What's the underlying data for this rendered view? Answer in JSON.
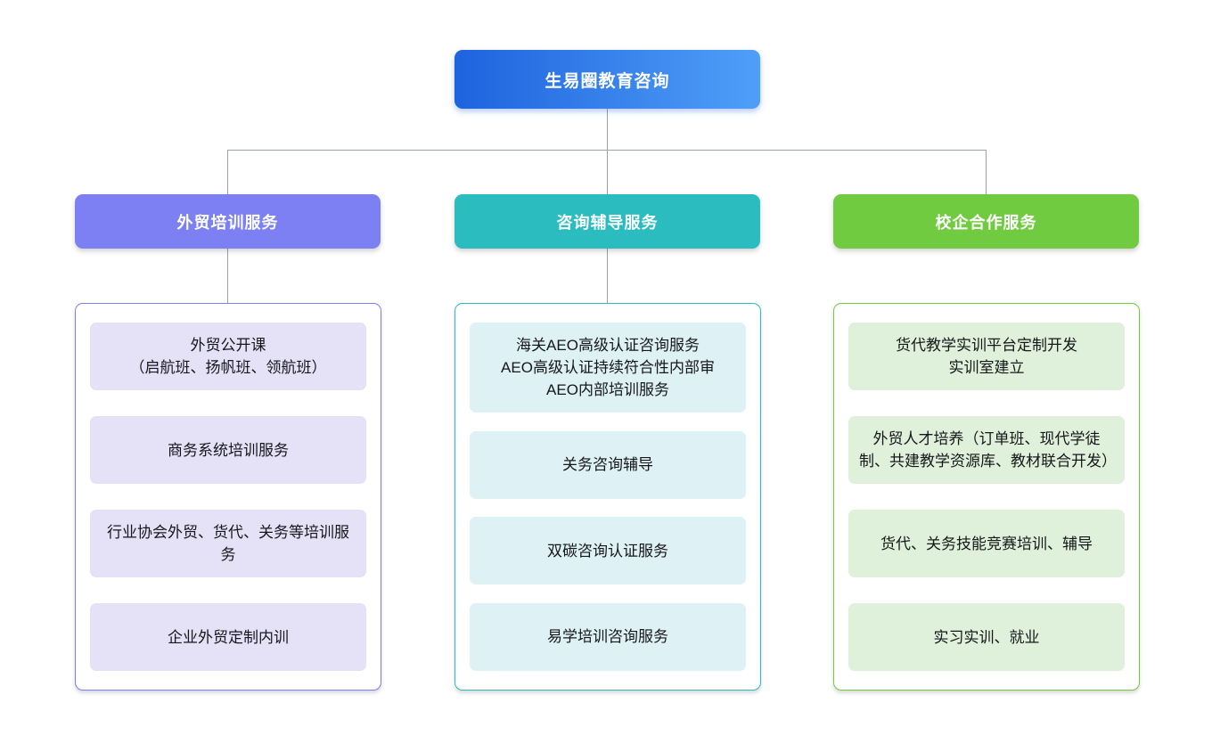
{
  "root": {
    "label": "生易圈教育咨询"
  },
  "colors": {
    "root_gradient_start": "#1e63de",
    "root_gradient_end": "#4f9ff8",
    "connector": "#99a1ab",
    "canvas_background": "#ffffff",
    "leaf_text": "#16171b"
  },
  "branches": [
    {
      "label": "外贸培训服务",
      "color": "#7c80f2",
      "item_bg": "#e5e2f8",
      "items": [
        {
          "text": "外贸公开课\n（启航班、扬帆班、领航班）"
        },
        {
          "text": "商务系统培训服务"
        },
        {
          "text": "行业协会外贸、货代、关务等培训服务"
        },
        {
          "text": "企业外贸定制内训"
        }
      ]
    },
    {
      "label": "咨询辅导服务",
      "color": "#2abcbf",
      "item_bg": "#def1f4",
      "items": [
        {
          "text": "海关AEO高级认证咨询服务\nAEO高级认证持续符合性内部审\nAEO内部培训服务"
        },
        {
          "text": "关务咨询辅导"
        },
        {
          "text": "双碳咨询认证服务"
        },
        {
          "text": "易学培训咨询服务"
        }
      ]
    },
    {
      "label": "校企合作服务",
      "color": "#71cb40",
      "item_bg": "#dff1da",
      "items": [
        {
          "text": "货代教学实训平台定制开发\n实训室建立"
        },
        {
          "text": "外贸人才培养（订单班、现代学徒制、共建教学资源库、教材联合开发）"
        },
        {
          "text": "货代、关务技能竞赛培训、辅导"
        },
        {
          "text": "实习实训、就业"
        }
      ]
    }
  ]
}
